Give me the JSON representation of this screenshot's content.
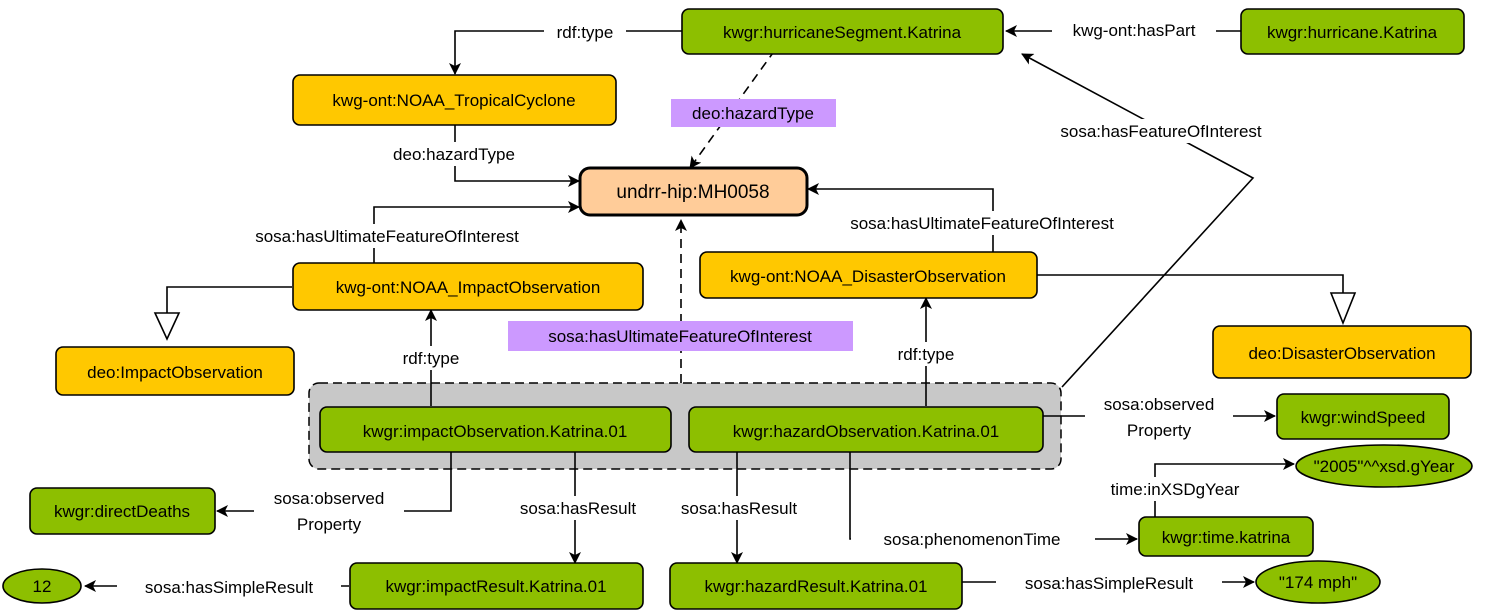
{
  "colors": {
    "instance": "#8dbf00",
    "class": "#ffc800",
    "hazard_node": "#ffcc99",
    "highlight_label": "#cc99ff",
    "group_bg": "#c8c8c8"
  },
  "nodes": {
    "segment": "kwgr:hurricaneSegment.Katrina",
    "hurricane": "kwgr:hurricane.Katrina",
    "tropical": "kwg-ont:NOAA_TropicalCyclone",
    "hazard": "undrr-hip:MH0058",
    "impact_obs_class": "kwg-ont:NOAA_ImpactObservation",
    "disaster_obs_class": "kwg-ont:NOAA_DisasterObservation",
    "deo_impact": "deo:ImpactObservation",
    "deo_disaster": "deo:DisasterObservation",
    "impact_obs": "kwgr:impactObservation.Katrina.01",
    "hazard_obs": "kwgr:hazardObservation.Katrina.01",
    "wind_speed": "kwgr:windSpeed",
    "year_literal": "\"2005\"^^xsd.gYear",
    "direct_deaths": "kwgr:directDeaths",
    "time_katrina": "kwgr:time.katrina",
    "impact_result": "kwgr:impactResult.Katrina.01",
    "hazard_result": "kwgr:hazardResult.Katrina.01",
    "twelve": "12",
    "mph": "\"174 mph\""
  },
  "edges": {
    "has_part": "kwg-ont:hasPart",
    "rdf_type_top": "rdf:type",
    "hazard_type_dashed": "deo:hazardType",
    "hazard_type": "deo:hazardType",
    "has_foi": "sosa:hasFeatureOfInterest",
    "ultimate_left": "sosa:hasUltimateFeatureOfInterest",
    "ultimate_right": "sosa:hasUltimateFeatureOfInterest",
    "ultimate_middle": "sosa:hasUltimateFeatureOfInterest",
    "rdf_type_left": "rdf:type",
    "rdf_type_right": "rdf:type",
    "observed_prop_right_1": "sosa:observed",
    "observed_prop_right_2": "Property",
    "observed_prop_left_1": "sosa:observed",
    "observed_prop_left_2": "Property",
    "has_result_left": "sosa:hasResult",
    "has_result_right": "sosa:hasResult",
    "in_xsd_gyear": "time:inXSDgYear",
    "phenomenon_time": "sosa:phenomenonTime",
    "simple_result_left": "sosa:hasSimpleResult",
    "simple_result_right": "sosa:hasSimpleResult"
  }
}
